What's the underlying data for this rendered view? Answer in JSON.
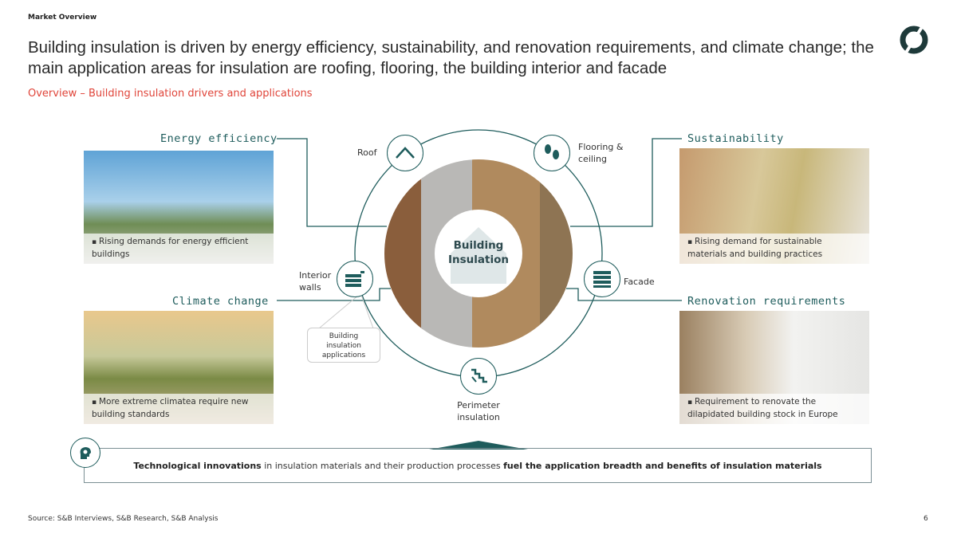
{
  "header": {
    "section": "Market Overview",
    "title": "Building insulation is driven by energy efficiency, sustainability, and renovation requirements, and climate change; the main application areas for insulation are roofing, flooring, the building interior and facade",
    "subtitle": "Overview – Building insulation drivers and applications"
  },
  "drivers": [
    {
      "heading": "Energy efficiency",
      "caption": "Rising demands for energy efficient buildings"
    },
    {
      "heading": "Sustainability",
      "caption": "Rising demand for sustainable materials and building practices"
    },
    {
      "heading": "Climate change",
      "caption": "More extreme climatea require new building standards"
    },
    {
      "heading": "Renovation requirements",
      "caption": "Requirement to renovate the dilapidated building stock in Europe"
    }
  ],
  "center": {
    "line1": "Building",
    "line2": "Insulation"
  },
  "applications": {
    "roof": "Roof",
    "flooring_1": "Flooring &",
    "flooring_2": "ceiling",
    "interior_1": "Interior",
    "interior_2": "walls",
    "facade": "Facade",
    "perimeter_1": "Perimeter",
    "perimeter_2": "insulation"
  },
  "callout": {
    "l1": "Building",
    "l2": "insulation",
    "l3": "applications"
  },
  "banner": {
    "bold1": "Technological innovations",
    "mid": " in insulation materials and their production processes ",
    "bold2": "fuel the application breadth and benefits of insulation materials"
  },
  "footer": {
    "source": "Source: S&B Interviews, S&B Research, S&B Analysis",
    "page": "6"
  },
  "colors": {
    "accent": "#1e5c5c",
    "subtitle": "#e0453a"
  }
}
